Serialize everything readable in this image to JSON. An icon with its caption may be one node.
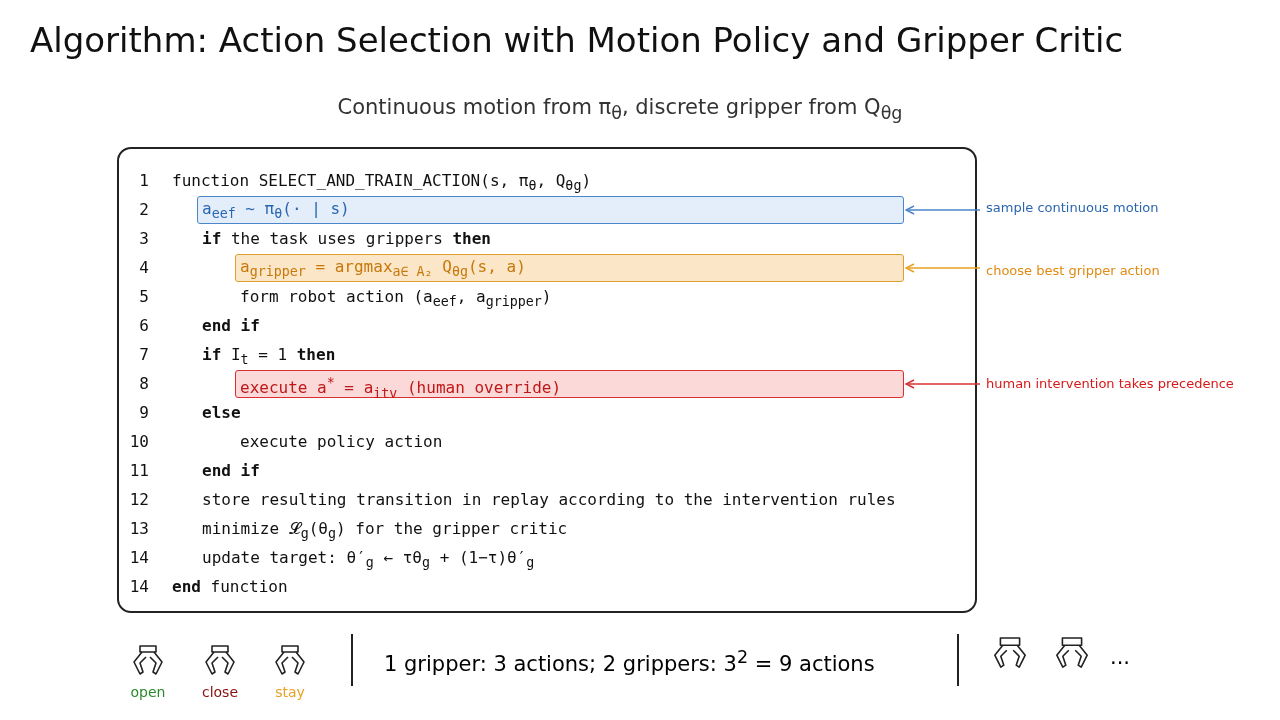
{
  "diagram": {
    "title": "Algorithm: Action Selection with Motion Policy and Gripper Critic",
    "nodes": [
      {
        "text": [
          "1",
          "function SELECT_AND_TRAIN_ACTION(s, π$_{θ}$, Q$_{θg}$)",
          "2",
          "3",
          "**if** the task uses grippers **then**",
          "4",
          "5",
          "form robot action (a$_{eef}$, a$_{gripper}$)",
          "6",
          "**end if**",
          "7",
          "**if** I$_{t}$ = 1 **then**",
          "8",
          "9",
          "**else**",
          "10",
          "execute policy action",
          "11",
          "**end if**",
          "12",
          "store resulting transition in replay according to the intervention rules",
          "13",
          "minimize 𝓛$_{g}$(θ$_{g}$) for the gripper critic",
          "14",
          "update target: θ′$_{g}$ ← τθ$_{g}$ + (1−τ)θ′$_{g}$",
          "14",
          "**end** function"
        ]
      },
      {
        "text": [
          "a$_{eef}$ ~ π$_{θ}$(· | s)"
        ],
        "in": 0
      },
      {
        "text": [
          "a$_{gripper}$ = argmax$_{a∈ A₂}$ Q$_{θg}$(s, a)"
        ],
        "in": 0
      },
      {
        "text": [
          "execute a$^{*}$ = a$_{itv}$   (human override)"
        ],
        "in": 0
      },
      {
        "text": [
          "sample continuous motion"
        ]
      },
      {
        "text": [
          "choose best gripper action"
        ]
      },
      {
        "text": [
          "human intervention takes precedence"
        ]
      }
    ],
    "edges": [
      {
        "from": 4,
        "to": 1,
        "arrow": "to",
        "color": "#4a86c8"
      },
      {
        "from": 5,
        "to": 2,
        "arrow": "to",
        "color": "#e8a020"
      },
      {
        "from": 6,
        "to": 3,
        "arrow": "to",
        "color": "#d83030"
      }
    ],
    "labels": [
      "Continuous motion from π$_{θ}$, discrete gripper from Q$_{θg}$",
      "open",
      "close",
      "stay",
      "1 gripper: 3 actions;  2 grippers: 3$^{2}$ = 9 actions",
      "..."
    ]
  }
}
